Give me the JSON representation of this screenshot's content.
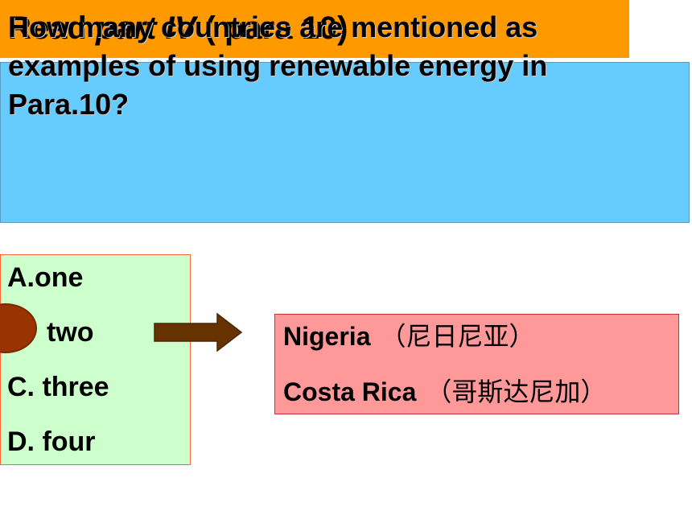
{
  "title": {
    "part1": "Read ",
    "part2": "part IV",
    "part3": "  ( para 10)"
  },
  "question": "How many countries are mentioned as examples of using renewable energy in Para.10?",
  "options": [
    {
      "label": "A.one"
    },
    {
      "label": "two"
    },
    {
      "label": "C. three"
    },
    {
      "label": "D. four"
    }
  ],
  "answer": {
    "countries": [
      {
        "name": "Nigeria",
        "chinese": "（尼日尼亚）"
      },
      {
        "name": "Costa Rica",
        "chinese": "（哥斯达尼加）"
      }
    ]
  },
  "colors": {
    "title_bg": "#ff9900",
    "question_bg": "#66ccff",
    "options_bg": "#ccffcc",
    "answer_bg": "#ff9999",
    "marker": "#993300",
    "arrow": "#663300"
  },
  "icons": {
    "arrow": "right-arrow-icon",
    "marker": "selection-circle"
  }
}
